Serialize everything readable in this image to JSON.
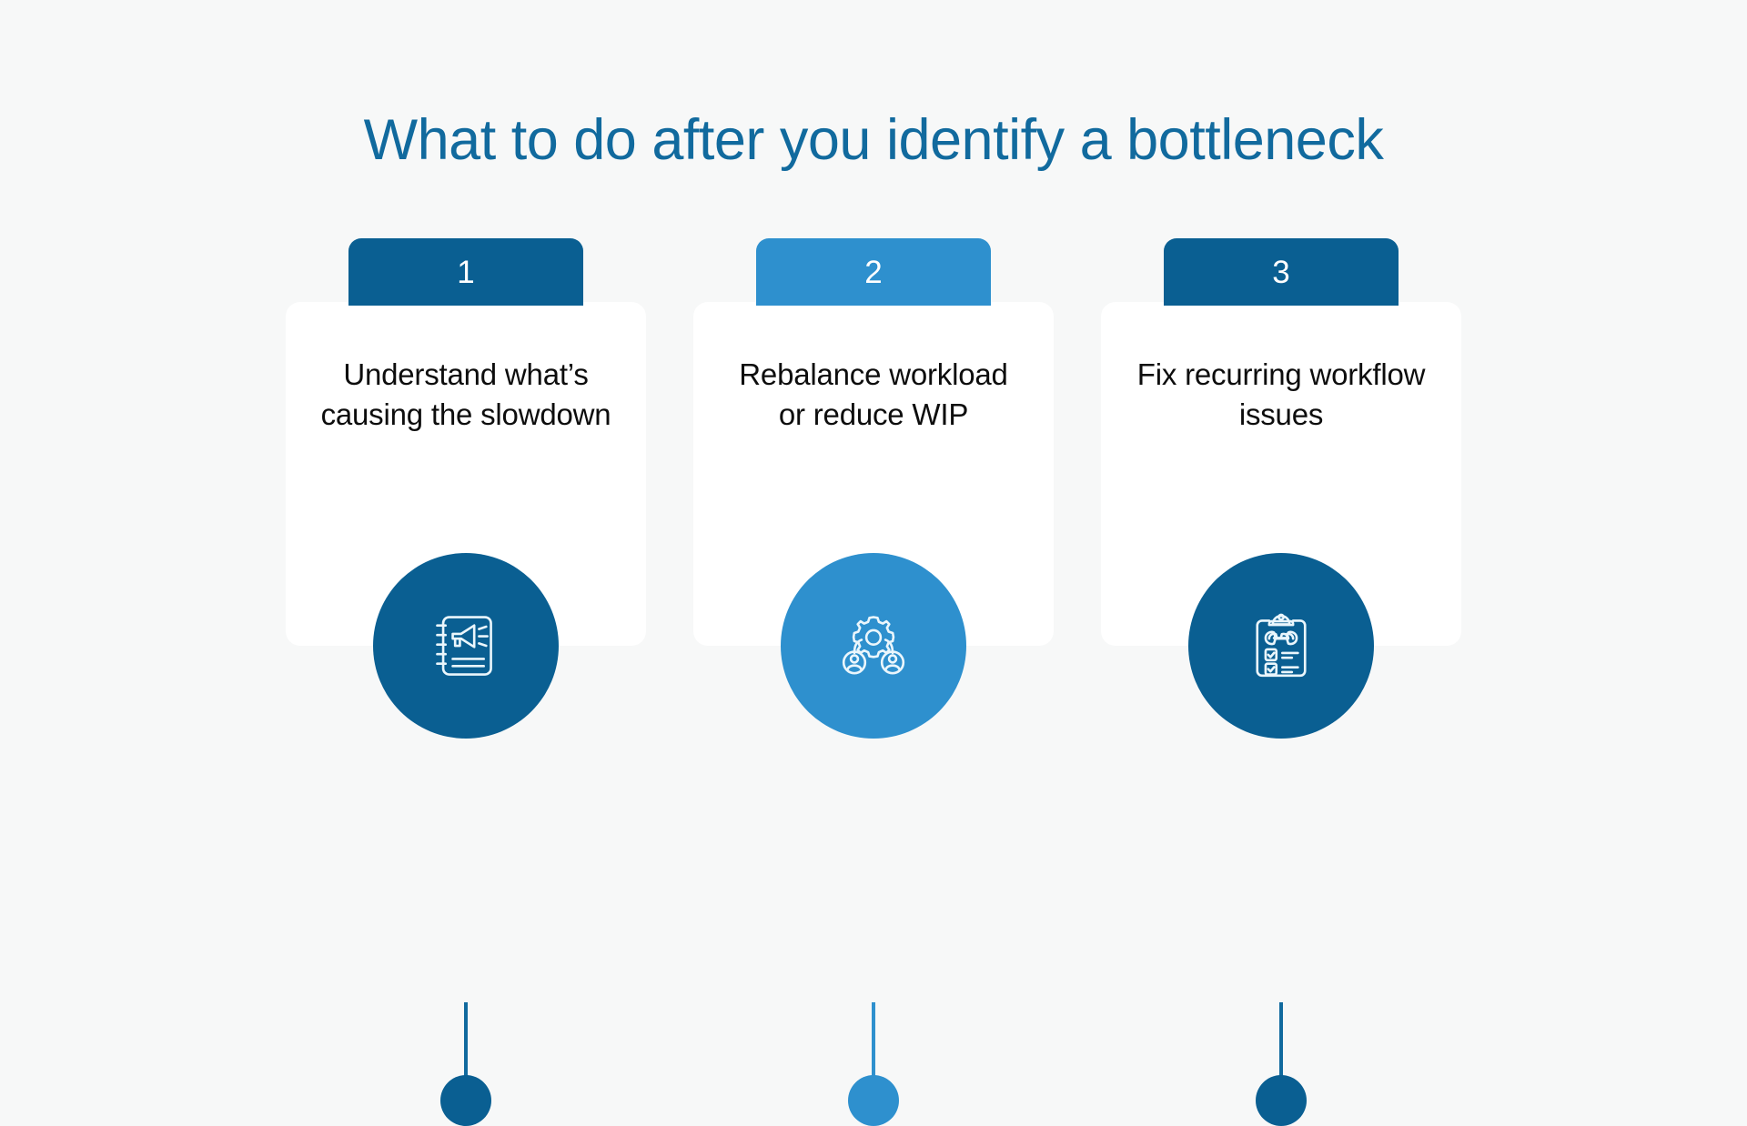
{
  "page": {
    "background_color": "#f7f8f8",
    "title": "What to do after you identify a bottleneck",
    "title_color": "#116a9e"
  },
  "colors": {
    "dark_blue": "#0a5f92",
    "light_blue": "#2e90ce",
    "card_white": "#ffffff",
    "body_text": "#0d0d0d",
    "header_number_text": "#ffffff"
  },
  "cards": [
    {
      "number": "1",
      "text": "Understand what’s causing the slowdown",
      "header_color": "#0a5f92",
      "circle_color": "#0a5f92",
      "connector_color": "#116a9e",
      "dot_color": "#0a5f92",
      "icon": "notebook-megaphone-icon"
    },
    {
      "number": "2",
      "text": "Rebalance workload or reduce WIP",
      "header_color": "#2e90ce",
      "circle_color": "#2e90ce",
      "connector_color": "#2e90ce",
      "dot_color": "#2e90ce",
      "icon": "gear-team-icon"
    },
    {
      "number": "3",
      "text": "Fix recurring workflow issues",
      "header_color": "#0a5f92",
      "circle_color": "#0a5f92",
      "connector_color": "#116a9e",
      "dot_color": "#0a5f92",
      "icon": "clipboard-wrench-checklist-icon"
    }
  ]
}
